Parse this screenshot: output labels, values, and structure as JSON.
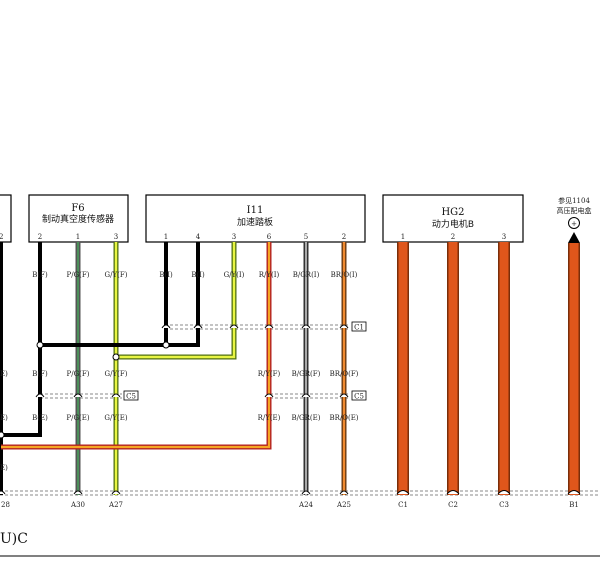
{
  "colors": {
    "black": "#000000",
    "pink_green_main": "#7a7a7a",
    "green_yellow": "#b5e61d",
    "red_yellow": "#f5a623",
    "brown_gray": "#8c8c8c",
    "brown_orange": "#e07020",
    "orange_power": "#e0561b"
  },
  "components": {
    "f6": {
      "id": "F6",
      "name": "制动真空度传感器",
      "pins": [
        "2",
        "1",
        "3"
      ]
    },
    "i11": {
      "id": "I11",
      "name": "加速踏板",
      "pins": [
        "1",
        "4",
        "3",
        "6",
        "5",
        "2"
      ]
    },
    "hg2": {
      "id": "HG2",
      "name": "动力电机B",
      "pins": [
        "1",
        "2",
        "3"
      ]
    },
    "ref": {
      "line1": "参见1104",
      "line2": "高压配电盒",
      "symbol": "+"
    },
    "left_pin": "2"
  },
  "labels": {
    "row_top": {
      "f6": [
        "B(F)",
        "P/G(F)",
        "G/Y(F)"
      ],
      "i11": [
        "B(I)",
        "B(I)",
        "G/Y(I)",
        "R/Y(I)",
        "B/GR(I)",
        "BR/O(I)"
      ]
    },
    "row_mid": {
      "f6": [
        "B(F)",
        "P/G(F)",
        "G/Y(F)"
      ],
      "i11": [
        "R/Y(F)",
        "B/GR(F)",
        "BR/O(F)"
      ],
      "left": "E)"
    },
    "row_low": {
      "f6": [
        "B(E)",
        "P/G(E)",
        "G/Y(E)"
      ],
      "i11": [
        "R/Y(E)",
        "B/GR(E)",
        "BR/O(E)"
      ],
      "left": "E)"
    },
    "left_extra": "E)",
    "connectors": {
      "c1": "C1",
      "c5a": "C5",
      "c5b": "C5"
    }
  },
  "bottom_pins": [
    "28",
    "A30",
    "A27",
    "A24",
    "A25",
    "C1",
    "C2",
    "C3",
    "B1"
  ],
  "footer": "U)C"
}
